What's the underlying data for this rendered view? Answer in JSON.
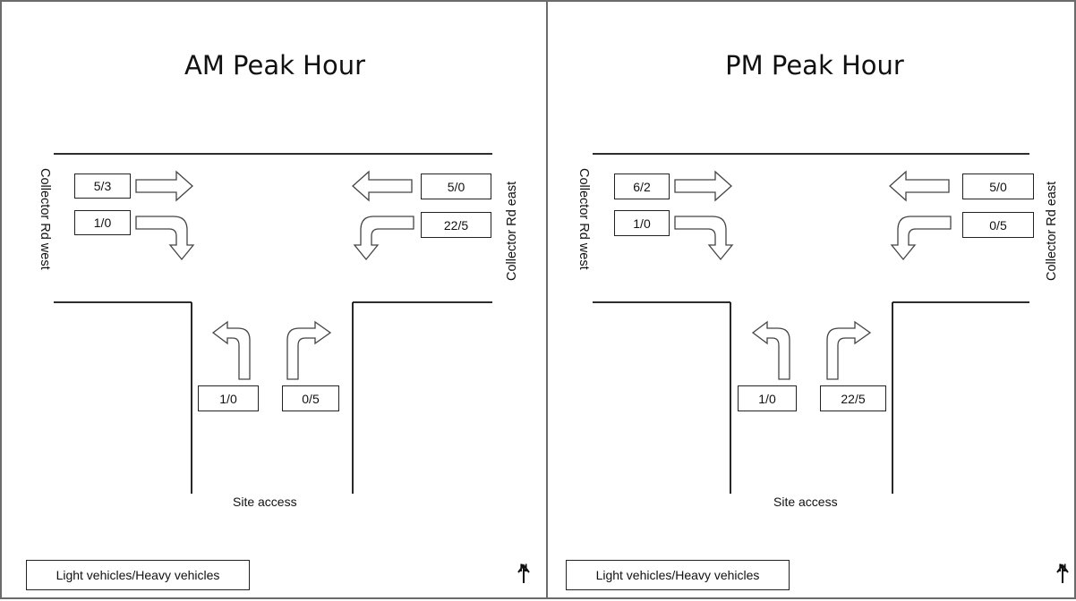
{
  "panels": {
    "am": {
      "title": "AM Peak Hour",
      "road_west_label": "Collector Rd west",
      "road_east_label": "Collector Rd east",
      "site_label": "Site access",
      "legend": "Light vehicles/Heavy vehicles",
      "north_label": "N",
      "volumes": {
        "west_through": "5/3",
        "west_right": "1/0",
        "east_through": "5/0",
        "east_left": "22/5",
        "site_left": "1/0",
        "site_right": "0/5"
      }
    },
    "pm": {
      "title": "PM Peak Hour",
      "road_west_label": "Collector Rd west",
      "road_east_label": "Collector Rd east",
      "site_label": "Site access",
      "legend": "Light vehicles/Heavy vehicles",
      "north_label": "N",
      "volumes": {
        "west_through": "6/2",
        "west_right": "1/0",
        "east_through": "5/0",
        "east_left": "0/5",
        "site_left": "1/0",
        "site_right": "22/5"
      }
    }
  }
}
